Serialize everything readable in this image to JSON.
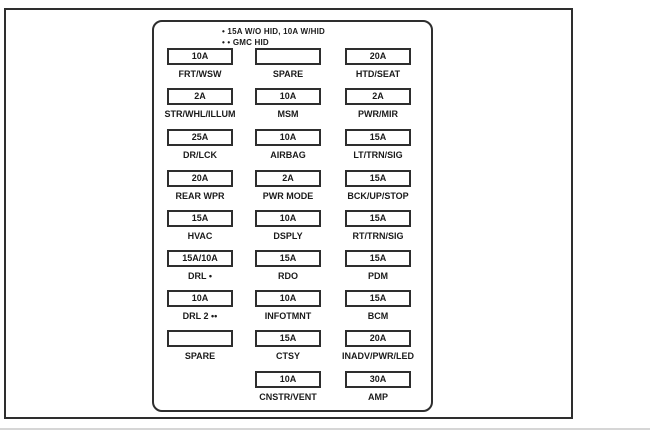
{
  "colors": {
    "line": "#2e2e2e",
    "text": "#1a1a1a",
    "background": "#ffffff"
  },
  "legend": {
    "line1": "• 15A W/O HID, 10A W/HID",
    "line2": "• • GMC HID"
  },
  "grid": {
    "rows": [
      {
        "cells": [
          {
            "amp": "10A",
            "label": "FRT/WSW"
          },
          {
            "amp": "",
            "label": "SPARE"
          },
          {
            "amp": "20A",
            "label": "HTD/SEAT"
          }
        ]
      },
      {
        "cells": [
          {
            "amp": "2A",
            "label": "STR/WHL/ILLUM"
          },
          {
            "amp": "10A",
            "label": "MSM"
          },
          {
            "amp": "2A",
            "label": "PWR/MIR"
          }
        ]
      },
      {
        "cells": [
          {
            "amp": "25A",
            "label": "DR/LCK"
          },
          {
            "amp": "10A",
            "label": "AIRBAG"
          },
          {
            "amp": "15A",
            "label": "LT/TRN/SIG"
          }
        ]
      },
      {
        "cells": [
          {
            "amp": "20A",
            "label": "REAR WPR"
          },
          {
            "amp": "2A",
            "label": "PWR MODE"
          },
          {
            "amp": "15A",
            "label": "BCK/UP/STOP"
          }
        ]
      },
      {
        "cells": [
          {
            "amp": "15A",
            "label": "HVAC"
          },
          {
            "amp": "10A",
            "label": "DSPLY"
          },
          {
            "amp": "15A",
            "label": "RT/TRN/SIG"
          }
        ]
      },
      {
        "cells": [
          {
            "amp": "15A/10A",
            "label": "DRL •"
          },
          {
            "amp": "15A",
            "label": "RDO"
          },
          {
            "amp": "15A",
            "label": "PDM"
          }
        ]
      },
      {
        "cells": [
          {
            "amp": "10A",
            "label": "DRL 2 ••"
          },
          {
            "amp": "10A",
            "label": "INFOTMNT"
          },
          {
            "amp": "15A",
            "label": "BCM"
          }
        ]
      },
      {
        "cells": [
          {
            "amp": "",
            "label": "SPARE"
          },
          {
            "amp": "15A",
            "label": "CTSY"
          },
          {
            "amp": "20A",
            "label": "INADV/PWR/LED"
          }
        ]
      },
      {
        "cells": [
          null,
          {
            "amp": "10A",
            "label": "CNSTR/VENT"
          },
          {
            "amp": "30A",
            "label": "AMP"
          }
        ]
      }
    ]
  }
}
